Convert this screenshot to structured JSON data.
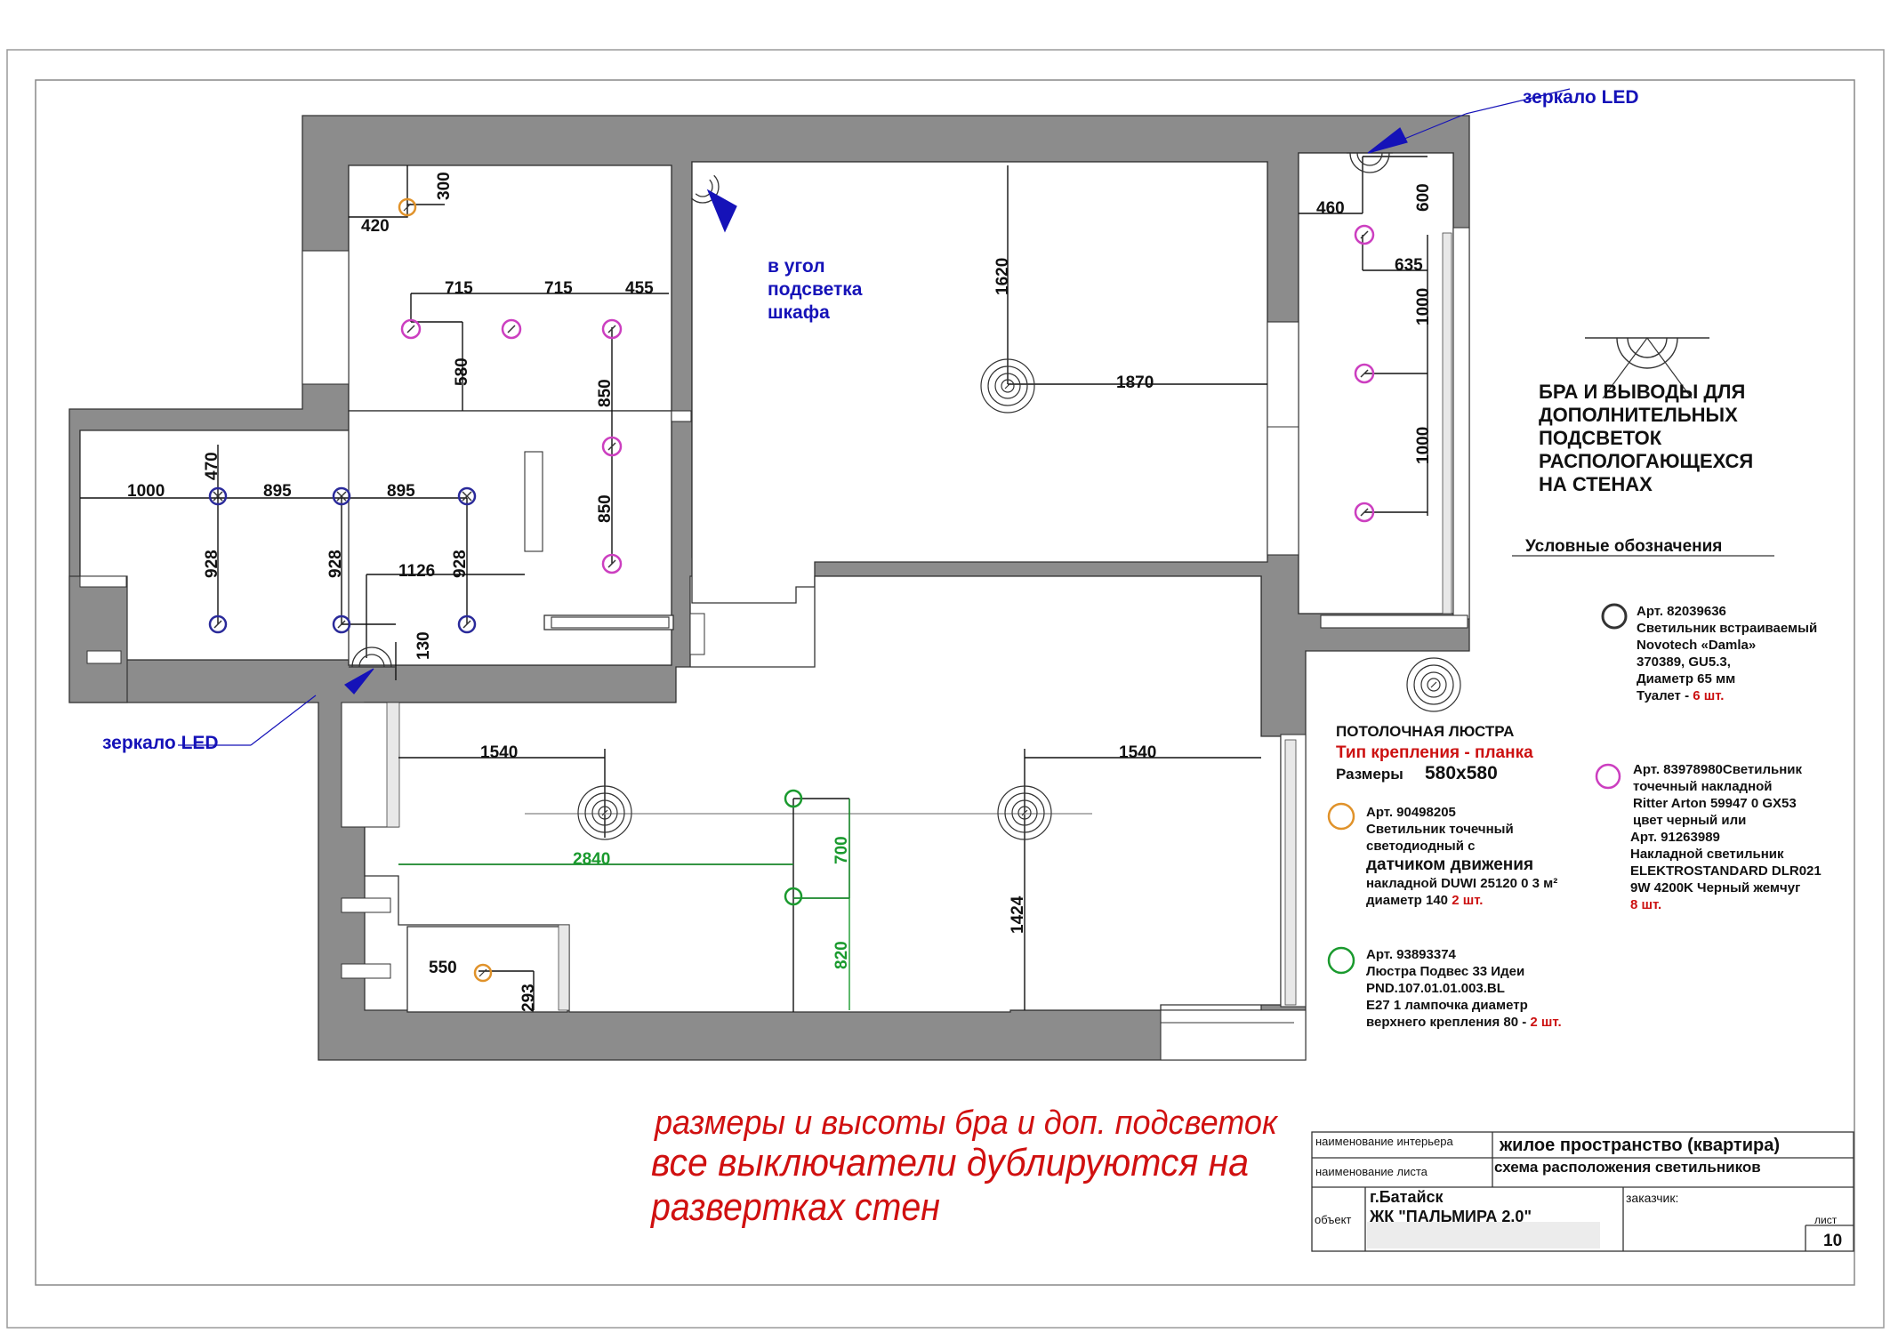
{
  "dimensions": {
    "d300": "300",
    "d420": "420",
    "d715a": "715",
    "d715b": "715",
    "d455": "455",
    "d580": "580",
    "d850a": "850",
    "d850b": "850",
    "d1620": "1620",
    "d1870": "1870",
    "d460": "460",
    "d600": "600",
    "d635": "635",
    "d1000a": "1000",
    "d1000b": "1000",
    "d470": "470",
    "d1000c": "1000",
    "d895a": "895",
    "d895b": "895",
    "d928a": "928",
    "d928b": "928",
    "d928c": "928",
    "d1126": "1126",
    "d130": "130",
    "d1540a": "1540",
    "d1540b": "1540",
    "d2840": "2840",
    "d700": "700",
    "d820": "820",
    "d1424": "1424",
    "d550": "550",
    "d293": "293"
  },
  "notes": {
    "mirror_led_top": "зеркало LED",
    "mirror_led_left": "зеркало LED",
    "closet_light": [
      "в угол",
      "подсветка",
      "шкафа"
    ]
  },
  "legend": {
    "sconces_title": [
      "БРА И ВЫВОДЫ ДЛЯ",
      "ДОПОЛНИТЕЛЬНЫХ",
      "ПОДСВЕТОК",
      "РАСПОЛОГАЮЩЕХСЯ",
      "НА СТЕНАХ"
    ],
    "legend_title": "Условные обозначения",
    "item_dark": {
      "lines": [
        "Арт. 82039636",
        "Светильник встраиваемый",
        "Novotech «Damla»",
        "370389, GU5.3,",
        "Диаметр 65 мм"
      ],
      "qty_prefix": "Туалет - ",
      "qty": "6 шт."
    },
    "chandelier": {
      "title": "ПОТОЛОЧНАЯ ЛЮСТРА",
      "mount": "Тип крепления - планка",
      "size_label": "Размеры",
      "size_value": "580x580"
    },
    "item_pink": {
      "lines": [
        "Арт. 83978980Светильник",
        "точечный накладной",
        "Ritter Arton 59947 0 GX53",
        "цвет черный или",
        "Арт. 91263989",
        "Накладной светильник",
        "ELEKTROSTANDARD DLR021",
        "9W 4200K Черный жемчуг"
      ],
      "qty": "8 шт."
    },
    "item_orange": {
      "lines": [
        "Арт. 90498205",
        "Светильник точечный",
        "светодиодный с"
      ],
      "big": "датчиком движения",
      "lines2": [
        "накладной DUWI 25120 0 3 м²"
      ],
      "qty_prefix": "диаметр 140 ",
      "qty": "2 шт."
    },
    "item_green": {
      "lines": [
        "Арт. 93893374",
        "Люстра Подвес 33 Идеи",
        "PND.107.01.01.003.BL",
        "E27 1 лампочка диаметр"
      ],
      "qty_prefix": "верхнего крепления 80 - ",
      "qty": "2 шт."
    }
  },
  "handwritten": {
    "line1": "размеры и высоты бра и доп. подсветок",
    "line2": "все выключатели дублируются на",
    "line3": "развертках стен"
  },
  "title_block": {
    "interior_label": "наименование интерьера",
    "interior_value": "жилое пространство (квартира)",
    "sheet_label": "наименование листа",
    "sheet_value": "схема расположения светильников",
    "object_label": "объект",
    "city": "г.Батайск",
    "complex": "ЖК \"ПАЛЬМИРА 2.0\"",
    "customer_label": "заказчик:",
    "page_label": "лист",
    "page_number": "10"
  },
  "colors": {
    "wall": "#8c8c8c",
    "dim_line": "#111111",
    "note_blue": "#1512b8",
    "green": "#1a9a2e",
    "pink": "#cc3fc0",
    "orange": "#e0922a",
    "navy": "#2a2a9a",
    "red": "#cc1111"
  }
}
